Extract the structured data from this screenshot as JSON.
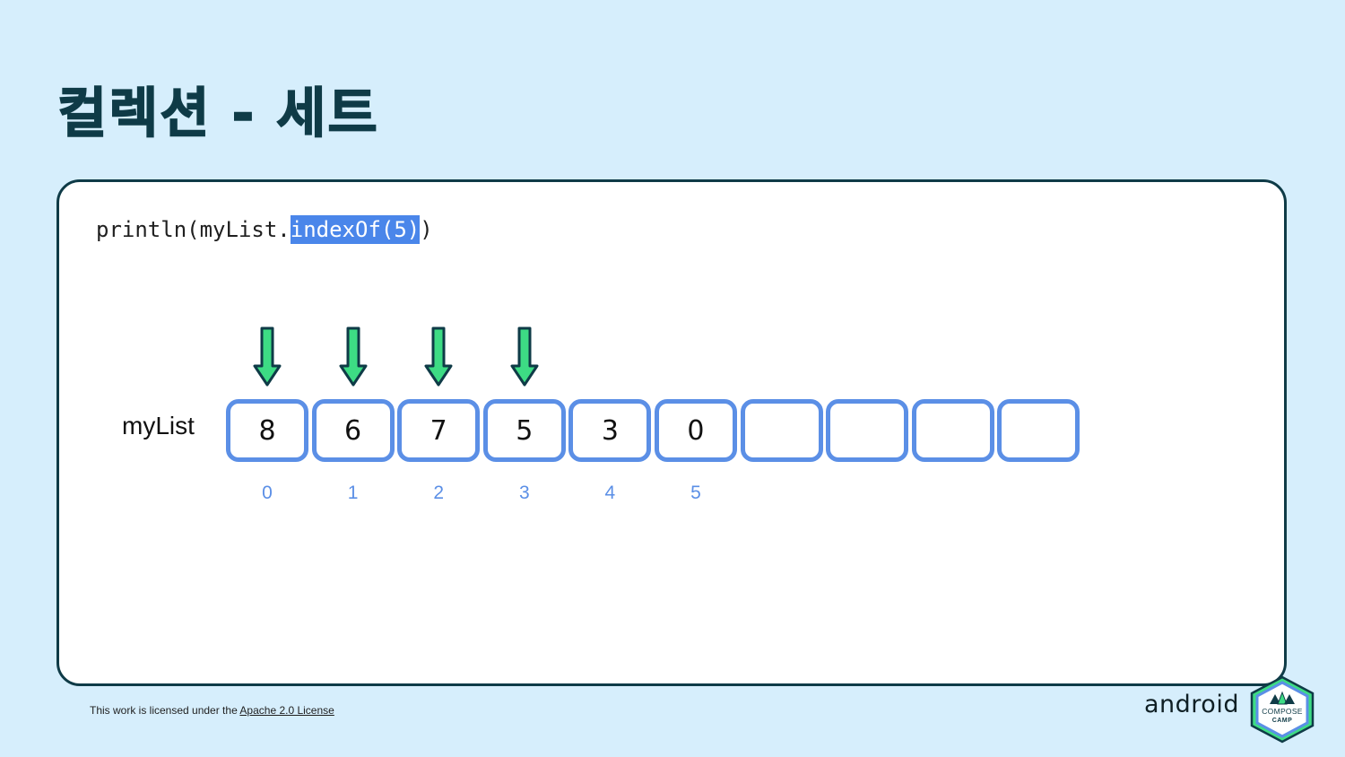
{
  "slide": {
    "title": "컬렉션 - 세트"
  },
  "code": {
    "prefix": "println(myList.",
    "highlight": "indexOf(5)",
    "suffix": ")"
  },
  "list": {
    "label": "myList",
    "cells": [
      "8",
      "6",
      "7",
      "5",
      "3",
      "0",
      "",
      "",
      "",
      ""
    ],
    "indices": [
      "0",
      "1",
      "2",
      "3",
      "4",
      "5"
    ],
    "arrow_count": 4
  },
  "colors": {
    "background": "#d6eefc",
    "card_border": "#0f3b47",
    "cell_border": "#5b8fe6",
    "highlight": "#4a86ea",
    "arrow_fill": "#3ddc84",
    "arrow_outline": "#0f3b47"
  },
  "footer": {
    "license_prefix": "This work is licensed under the ",
    "license_link": "Apache 2.0 License"
  },
  "branding": {
    "wordmark": "android",
    "badge_line1": "COMPOSE",
    "badge_line2": "CAMP",
    "badge_icon": "compose-camp-badge-icon"
  }
}
